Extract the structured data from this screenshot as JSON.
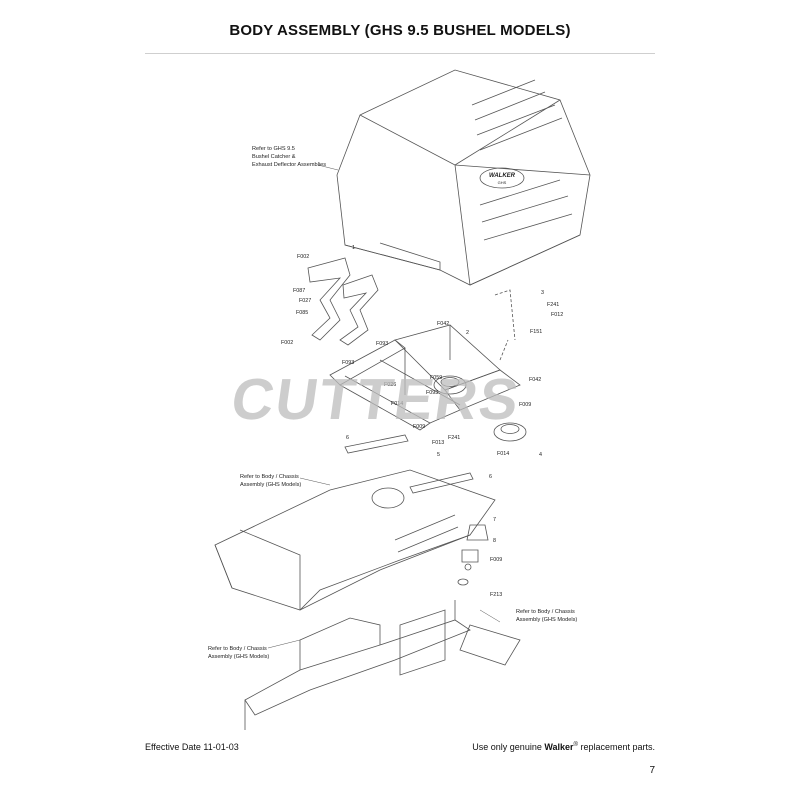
{
  "title": "BODY ASSEMBLY (GHS 9.5 BUSHEL MODELS)",
  "watermark": "CUTTERS",
  "brand_badge": [
    "WALKER",
    "GHS"
  ],
  "refs": {
    "catcher": [
      "Refer to GHS 9.5",
      "Bushel Catcher &",
      "Exhaust Deflector Assemblies"
    ],
    "body_chassis_1": [
      "Refer to Body / Chassis",
      "Assembly (GHS Models)"
    ],
    "body_chassis_2": [
      "Refer to Body / Chassis",
      "Assembly (GHS Models)"
    ],
    "body_chassis_3": [
      "Refer to Body / Chassis",
      "Assembly (GHS Models)"
    ]
  },
  "callouts": [
    "1",
    "2",
    "3",
    "4",
    "5",
    "6",
    "6",
    "7",
    "8",
    "F002",
    "F087",
    "F027",
    "F085",
    "F002",
    "F042",
    "F093",
    "F093",
    "F026",
    "F059",
    "F093",
    "F014",
    "F042",
    "F241",
    "F012",
    "F151",
    "F009",
    "F009",
    "F013",
    "F241",
    "F014",
    "F009",
    "F213"
  ],
  "footer": {
    "effective": "Effective Date 11-01-03",
    "genuine_pre": "Use only genuine ",
    "genuine_brand": "Walker",
    "genuine_reg": "®",
    "genuine_post": " replacement parts.",
    "page": "7"
  }
}
